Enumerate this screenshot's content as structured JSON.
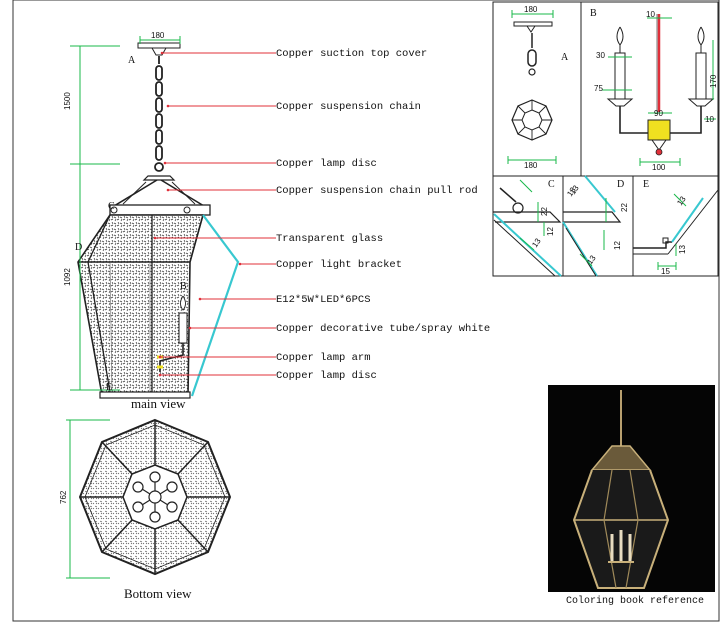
{
  "labels": [
    "Copper suction top cover",
    "Copper suspension chain",
    "Copper lamp disc",
    "Copper suspension chain pull rod",
    "Transparent glass",
    "Copper light bracket",
    "E12*5W*LED*6PCS",
    "Copper decorative tube/spray white",
    "Copper lamp arm",
    "Copper lamp disc"
  ],
  "views": {
    "main": "main view",
    "bottom": "Bottom view",
    "reference": "Coloring book reference"
  },
  "dims": {
    "top_width": "180",
    "chain_height": "1500",
    "body_height": "1092",
    "bottom_diameter": "762",
    "detail_a_top": "180",
    "detail_a_bottom": "180",
    "b_top": "10",
    "b_candle": "30",
    "b_arm": "75",
    "b_right": "170",
    "b_right_small": "10",
    "b_center": "90",
    "b_base": "100",
    "c_1": "22",
    "c_2": "12",
    "c_3": "13",
    "c_4": "13",
    "d_1": "22",
    "d_2": "12",
    "d_3": "13",
    "d_4": "13",
    "e_1": "13",
    "e_2": "15",
    "e_3": "13"
  },
  "letters": {
    "a": "A",
    "b": "B",
    "c": "C",
    "d": "D",
    "e": "E",
    "da": "A",
    "db": "B",
    "dc": "C",
    "dd": "D",
    "de": "E"
  },
  "colors": {
    "leader": "#e0303a",
    "dimension": "#19b84a",
    "highlight": "#38c8d0",
    "accent": "#f0e020",
    "line": "#222222"
  }
}
